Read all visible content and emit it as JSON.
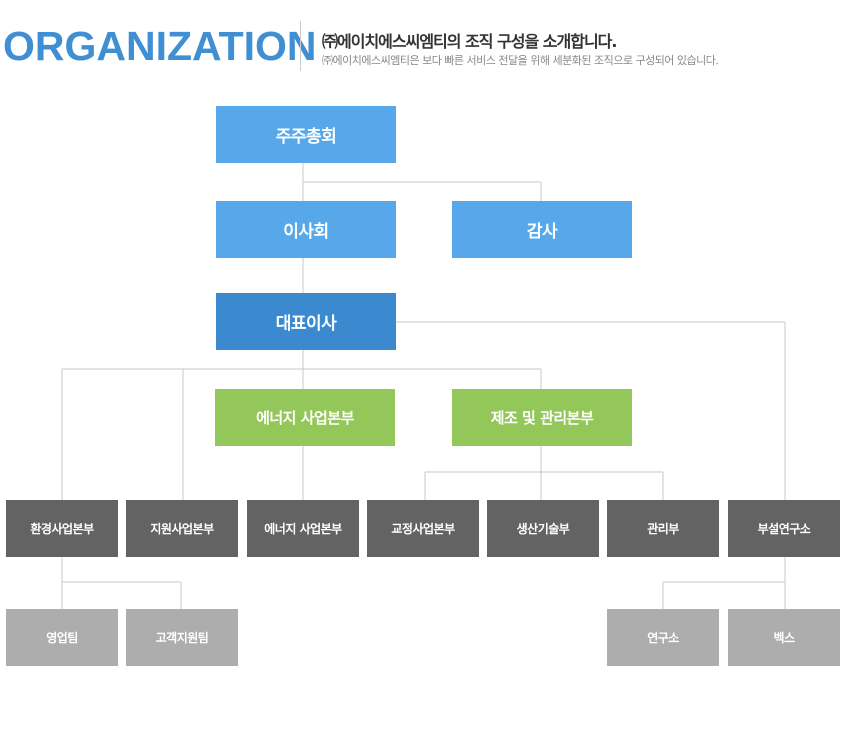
{
  "header": {
    "title": "ORGANIZATION",
    "main_text": "㈜에이치에스씨엠티의 조직 구성을 소개합니다.",
    "sub_text": "㈜에이치에스씨엠티은 보다 빠른 서비스 전달을 위해 세분화된 조직으로 구성되어 있습니다."
  },
  "org": {
    "shareholders": "주주총회",
    "board": "이사회",
    "auditor": "감사",
    "ceo": "대표이사",
    "energy_hq": "에너지 사업본부",
    "manufacturing_hq": "제조 및 관리본부",
    "env_business": "환경사업본부",
    "support_business": "지원사업본부",
    "energy_business": "에너지 사업본부",
    "correction_business": "교정사업본부",
    "production_tech": "생산기술부",
    "management": "관리부",
    "research_institute": "부설연구소",
    "sales_team": "영업팀",
    "customer_support_team": "고객지원팀",
    "research_center": "연구소",
    "becs": "벡스"
  },
  "colors": {
    "title": "#3f8fd2",
    "level1": "#56a8ea",
    "ceo": "#3b8ad0",
    "level3": "#94c75a",
    "department": "#636363",
    "team": "#adadad",
    "connector": "#c8c8c8"
  }
}
